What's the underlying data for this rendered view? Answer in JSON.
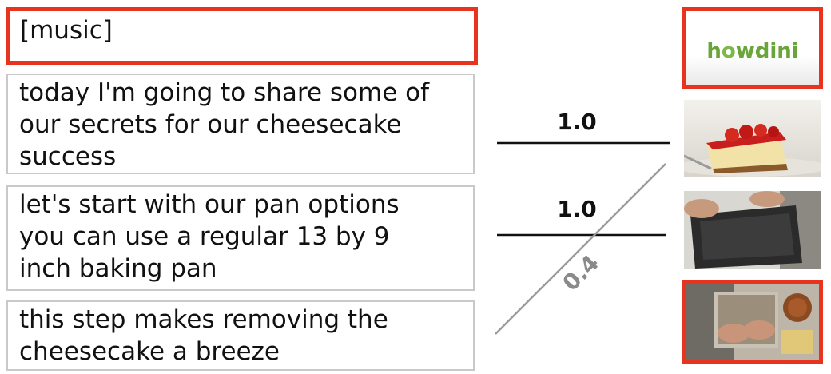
{
  "captions": [
    {
      "text": "[music]",
      "highlighted": true
    },
    {
      "text": "today I'm going to share some of\nour secrets for our cheesecake\nsuccess",
      "highlighted": false
    },
    {
      "text": "let's start with our pan options\nyou can use a regular 13 by 9\ninch baking pan",
      "highlighted": false
    },
    {
      "text": "this step makes removing the\ncheesecake a breeze",
      "highlighted": false
    }
  ],
  "scores": {
    "row1": "1.0",
    "row2": "1.0",
    "diagonal": "0.4"
  },
  "logo": {
    "text": "howdini",
    "color": "#6aa53a"
  },
  "thumbnails": [
    {
      "label": "howdini logo frame",
      "highlighted": true
    },
    {
      "label": "cheesecake with strawberries",
      "highlighted": false
    },
    {
      "label": "hands holding baking pan",
      "highlighted": false
    },
    {
      "label": "hands lining pan",
      "highlighted": true
    }
  ],
  "colors": {
    "highlight": "#e8341f",
    "border": "#c9c9c9"
  }
}
